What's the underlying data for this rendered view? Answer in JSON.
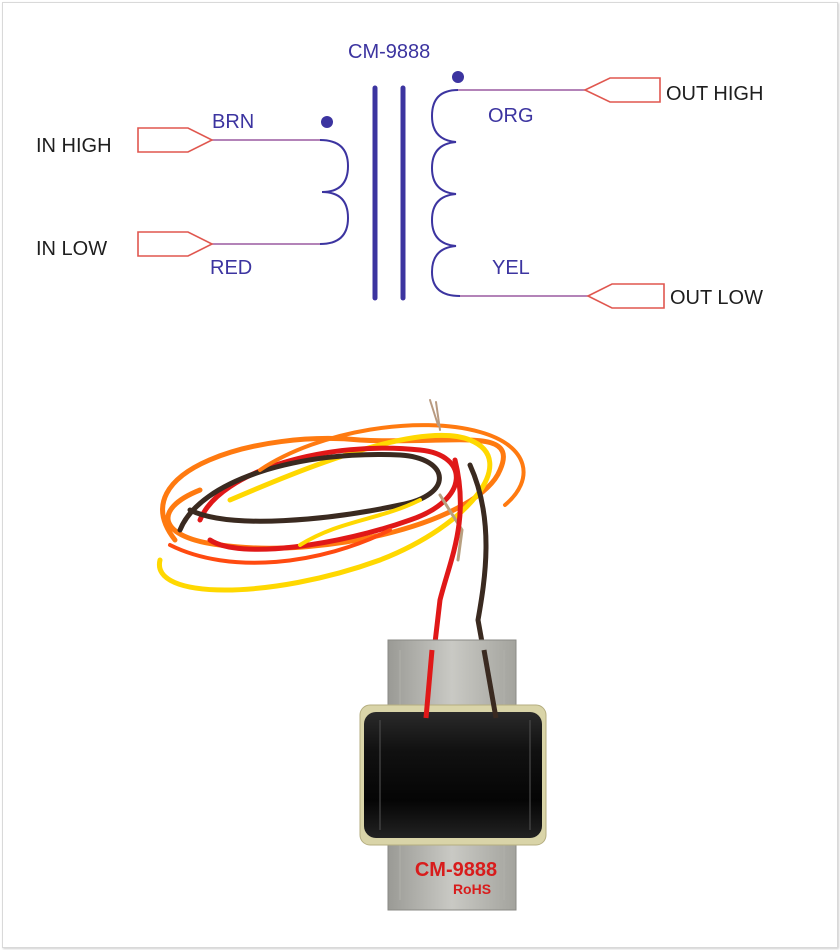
{
  "schematic": {
    "part_number": "CM-9888",
    "pins": {
      "in_high": "IN HIGH",
      "in_low": "IN LOW",
      "out_high": "OUT HIGH",
      "out_low": "OUT LOW"
    },
    "wire_colors": {
      "brn": "BRN",
      "red": "RED",
      "org": "ORG",
      "yel": "YEL"
    }
  },
  "photo": {
    "core_label": "CM-9888",
    "core_sublabel": "RoHS"
  },
  "colors": {
    "schematic_blue": "#3c34a0",
    "lead_outline": "#e0574f",
    "trace_line": "#9a5aa0",
    "label_red": "#d81c1c",
    "wire_orange": "#ff7a10",
    "wire_yellow": "#ffd800",
    "wire_red": "#e01818",
    "wire_brown": "#3a2a20"
  }
}
